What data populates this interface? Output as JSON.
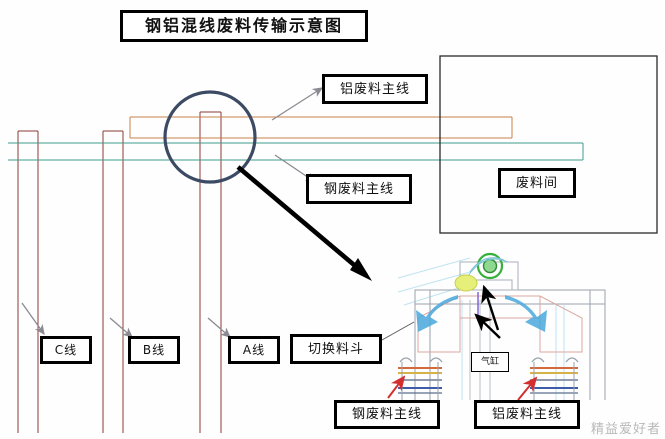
{
  "diagram": {
    "title": "钢铝混线废料传输示意图",
    "watermark": "精益爱好者",
    "colors": {
      "aluminum_line": "#c8804a",
      "steel_line": "#3f9c8c",
      "production_line": "#8b3a36",
      "circle_highlight": "#3c4a63",
      "callout_arrow": "#8a8a92",
      "main_arrow": "#000000",
      "red_arrow": "#d32f2f",
      "swing_arrow": "#4aa8dd",
      "motor_green": "#35b03a",
      "motor_yellow": "#d9e021"
    }
  },
  "labels": {
    "aluminum_main_line_top": "铝废料主线",
    "steel_main_line_top": "钢废料主线",
    "scrap_room": "废料间",
    "line_c": "C线",
    "line_b": "B线",
    "line_a": "A线",
    "switch_hopper": "切换料斗",
    "cylinder": "气缸",
    "steel_main_line_bottom": "钢废料主线",
    "aluminum_main_line_bottom": "铝废料主线"
  },
  "production_lines": [
    {
      "id": "c",
      "label": "C线"
    },
    {
      "id": "b",
      "label": "B线"
    },
    {
      "id": "a",
      "label": "A线"
    }
  ],
  "conveyors": [
    {
      "id": "steel-conveyor",
      "label": "钢废料主线"
    },
    {
      "id": "aluminum-conveyor",
      "label": "铝废料主线"
    }
  ]
}
